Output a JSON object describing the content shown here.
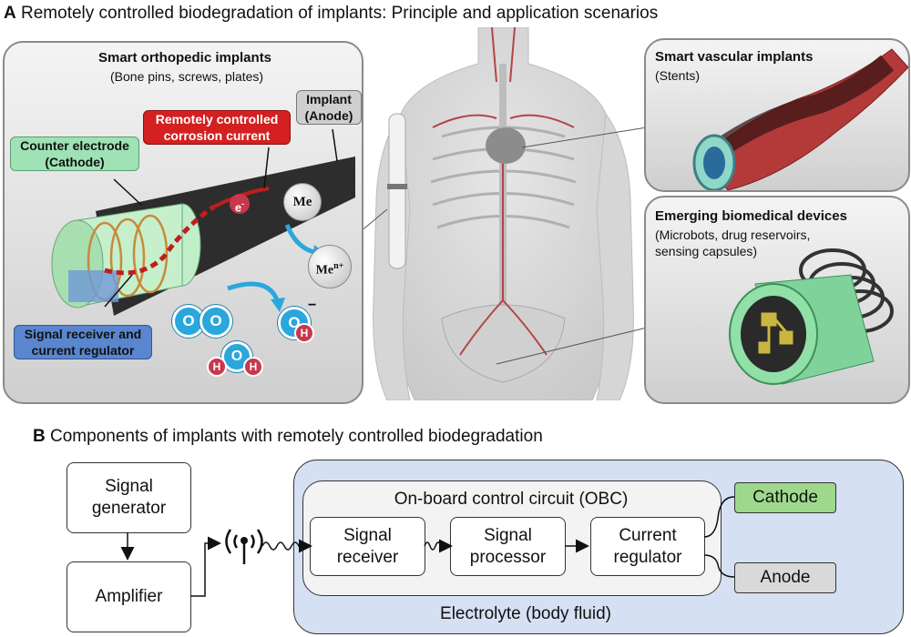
{
  "panel_a": {
    "letter": "A",
    "title": "Remotely controlled biodegradation of implants: Principle and application scenarios",
    "ortho": {
      "title": "Smart orthopedic implants",
      "subtitle": "(Bone pins, screws, plates)",
      "implant_label": "Implant\n(Anode)",
      "corrosion_label": "Remotely controlled\ncorrosion current",
      "counter_label": "Counter electrode\n(Cathode)",
      "receiver_label": "Signal receiver and\ncurrent regulator",
      "electron": "e",
      "electron_sup": "-",
      "metal": "Me",
      "metal_ion": "Me",
      "metal_ion_sup": "n+",
      "oxygen_1": "O",
      "oxygen_2": "O",
      "hydroxide_o": "O",
      "hydroxide_h": "H",
      "hydroxide_sup": "−",
      "water_o": "O",
      "water_h1": "H",
      "water_h2": "H"
    },
    "vascular": {
      "title": "Smart vascular implants",
      "subtitle": "(Stents)"
    },
    "devices": {
      "title": "Emerging biomedical devices",
      "subtitle": "(Microbots, drug reservoirs,\nsensing capsules)"
    },
    "colors": {
      "cathode_green": "#9ee2b5",
      "corrosion_red": "#d42020",
      "receiver_blue": "#5a86cf",
      "arrow_blue": "#2aa7dc",
      "ion_red": "#c8374b"
    }
  },
  "panel_b": {
    "letter": "B",
    "title": "Components of implants with remotely controlled biodegradation",
    "signal_generator": "Signal\ngenerator",
    "amplifier": "Amplifier",
    "obc_title": "On-board control circuit (OBC)",
    "signal_receiver": "Signal\nreceiver",
    "signal_processor": "Signal\nprocessor",
    "current_regulator": "Current\nregulator",
    "cathode": "Cathode",
    "anode": "Anode",
    "electrolyte": "Electrolyte (body fluid)",
    "colors": {
      "electrolyte_bg": "#d6e0f3",
      "cathode_fill": "#9ed88c",
      "anode_fill": "#d9d9d9"
    }
  }
}
